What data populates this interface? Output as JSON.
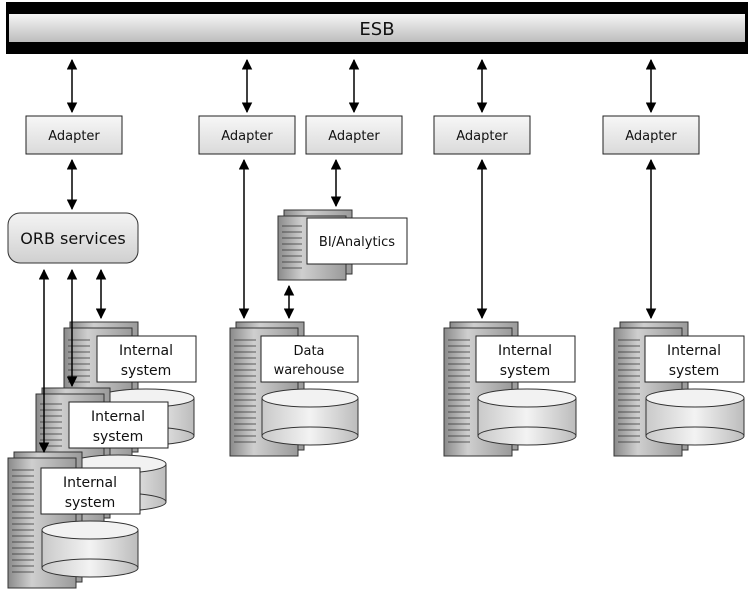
{
  "bus": {
    "label": "ESB"
  },
  "adapters": [
    {
      "label": "Adapter"
    },
    {
      "label": "Adapter"
    },
    {
      "label": "Adapter"
    },
    {
      "label": "Adapter"
    },
    {
      "label": "Adapter"
    }
  ],
  "orb": {
    "label": "ORB services"
  },
  "bi": {
    "label": "BI/Analytics"
  },
  "warehouse": {
    "line1": "Data",
    "line2": "warehouse"
  },
  "internal_systems": [
    {
      "line1": "Internal",
      "line2": "system"
    },
    {
      "line1": "Internal",
      "line2": "system"
    },
    {
      "line1": "Internal",
      "line2": "system"
    },
    {
      "line1": "Internal",
      "line2": "system"
    },
    {
      "line1": "Internal",
      "line2": "system"
    }
  ]
}
